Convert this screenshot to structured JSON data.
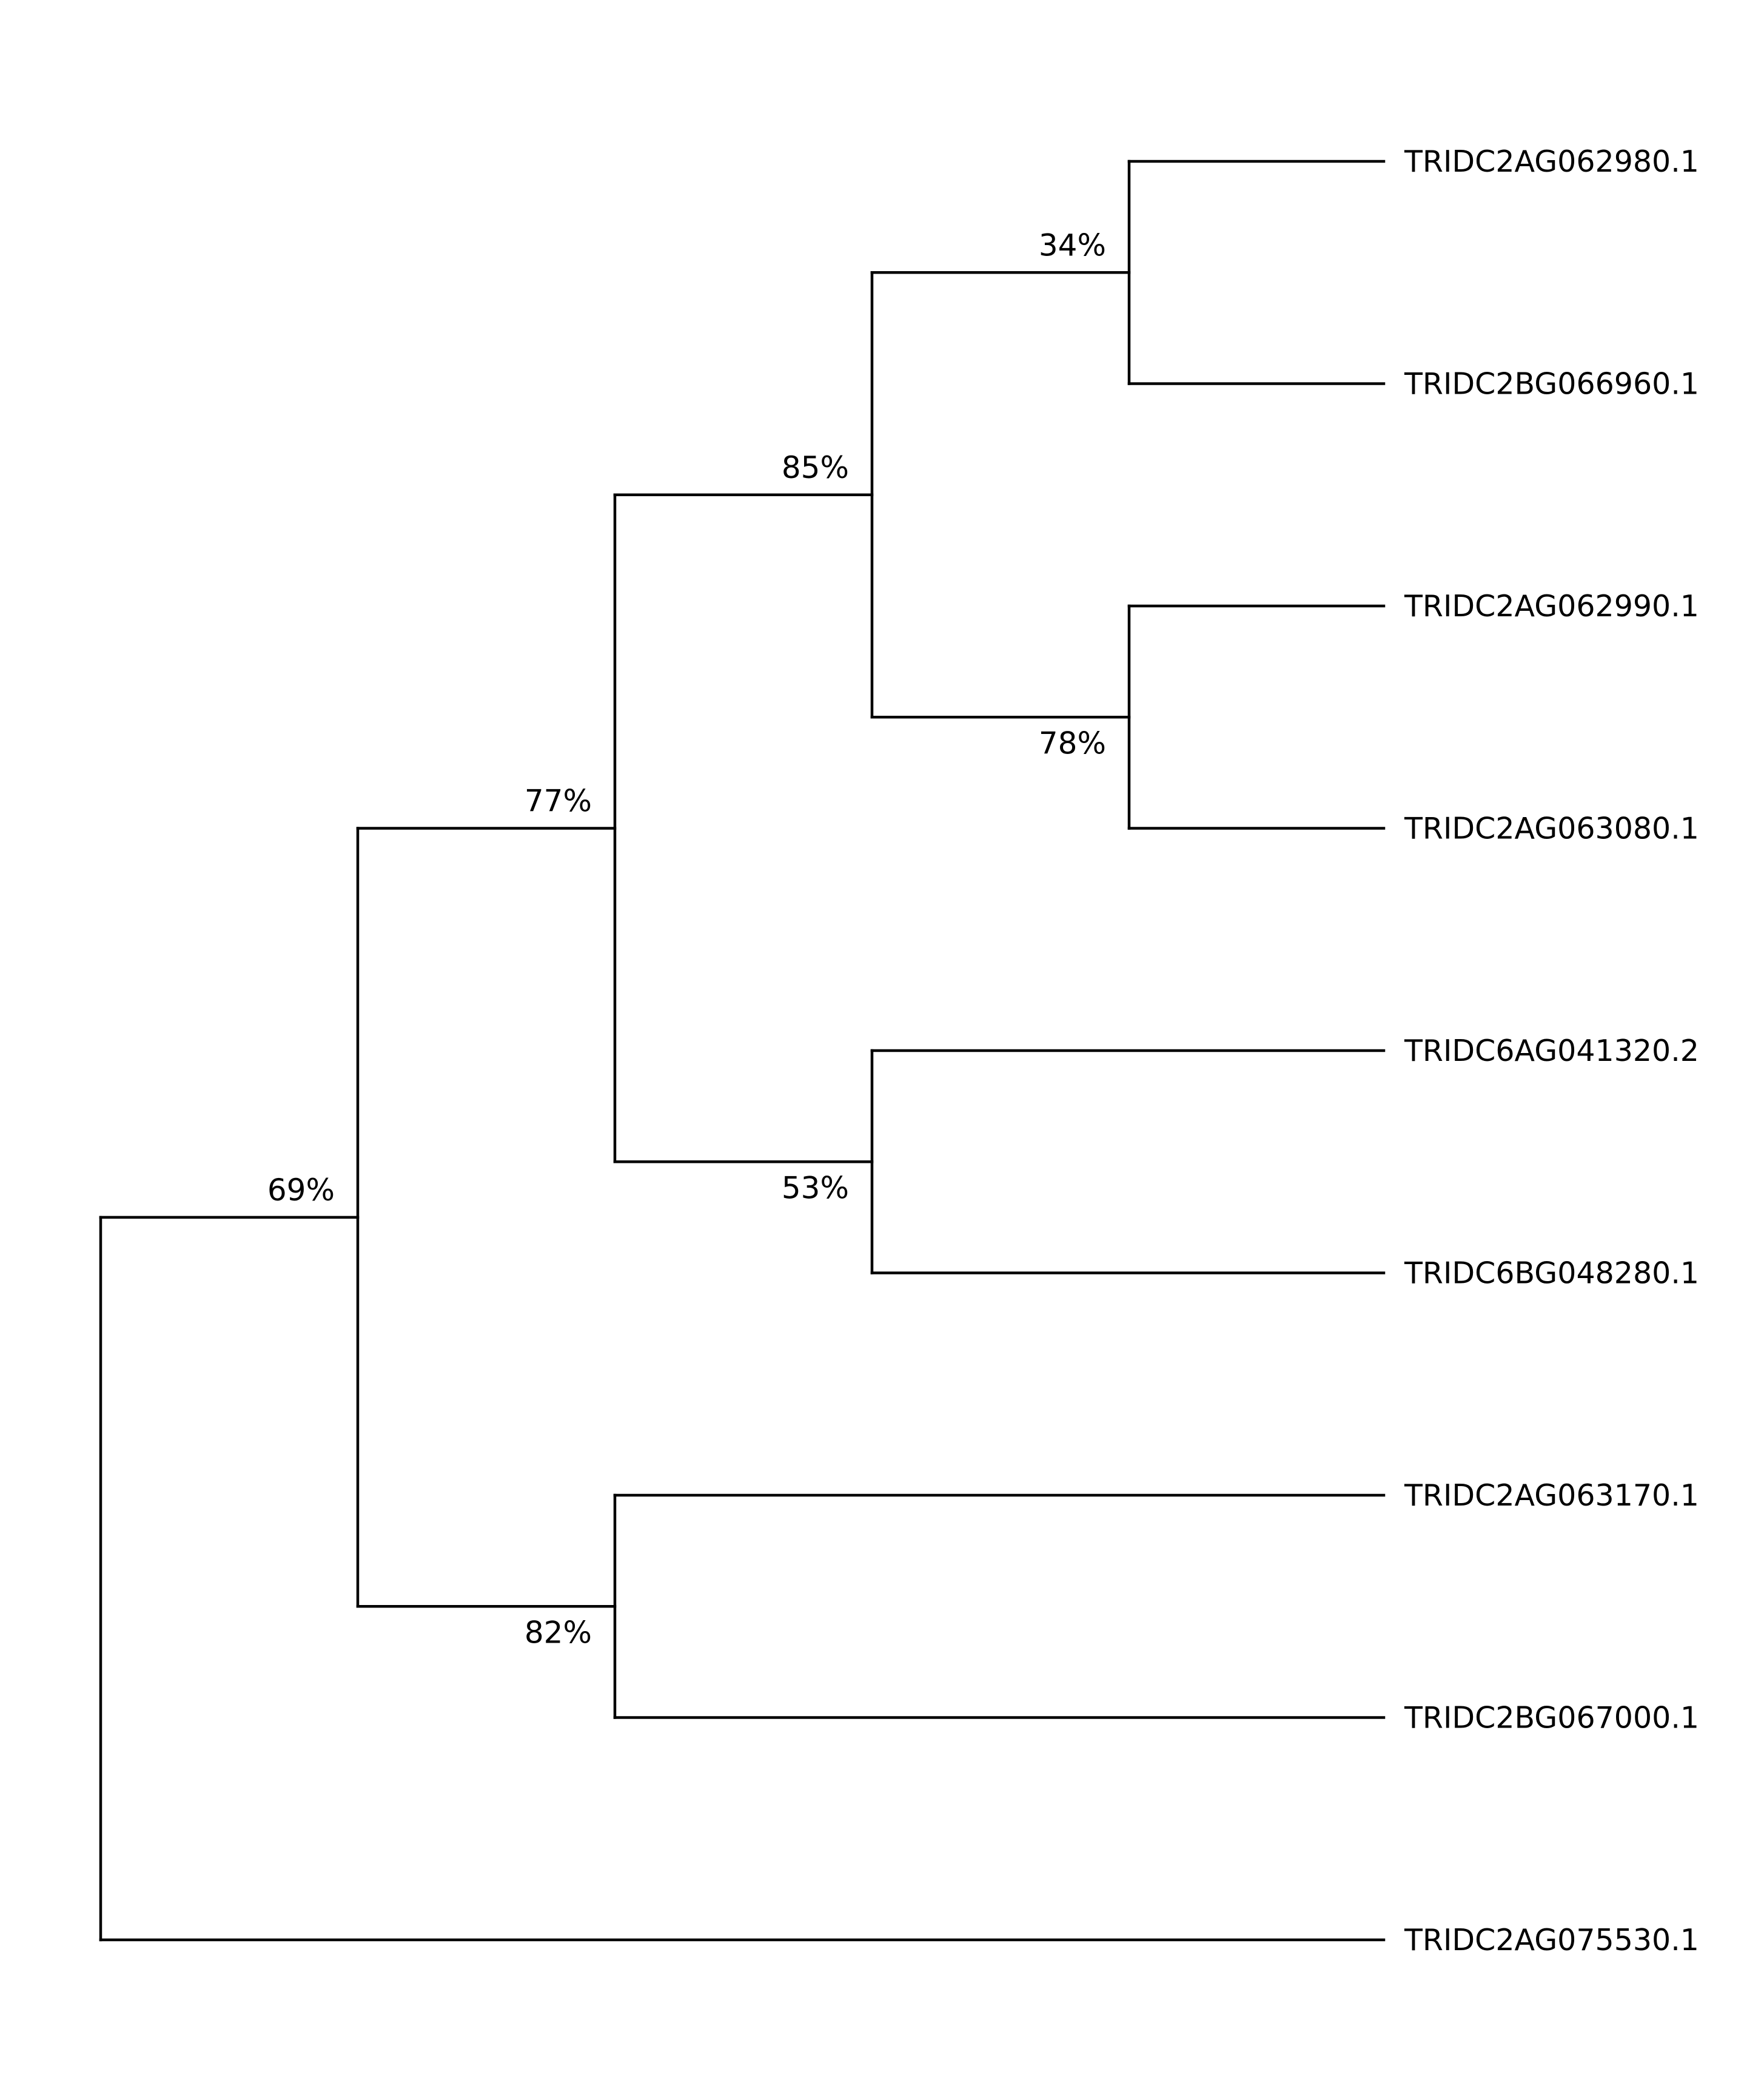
{
  "tree": {
    "line_color": "#000000",
    "background": "#ffffff",
    "leaves": [
      {
        "id": "l1",
        "label": "TRIDC2AG062980.1"
      },
      {
        "id": "l2",
        "label": "TRIDC2BG066960.1"
      },
      {
        "id": "l3",
        "label": "TRIDC2AG062990.1"
      },
      {
        "id": "l4",
        "label": "TRIDC2AG063080.1"
      },
      {
        "id": "l5",
        "label": "TRIDC6AG041320.2"
      },
      {
        "id": "l6",
        "label": "TRIDC6BG048280.1"
      },
      {
        "id": "l7",
        "label": "TRIDC2AG063170.1"
      },
      {
        "id": "l8",
        "label": "TRIDC2BG067000.1"
      },
      {
        "id": "l9",
        "label": "TRIDC2AG075530.1"
      }
    ],
    "clades": [
      {
        "id": "c34",
        "support": "34%",
        "children": [
          "l1",
          "l2"
        ]
      },
      {
        "id": "c78",
        "support": "78%",
        "children": [
          "l3",
          "l4"
        ]
      },
      {
        "id": "c85",
        "support": "85%",
        "children": [
          "c34",
          "c78"
        ]
      },
      {
        "id": "c53",
        "support": "53%",
        "children": [
          "l5",
          "l6"
        ]
      },
      {
        "id": "c77",
        "support": "77%",
        "children": [
          "c85",
          "c53"
        ]
      },
      {
        "id": "c82",
        "support": "82%",
        "children": [
          "l7",
          "l8"
        ]
      },
      {
        "id": "c69",
        "support": "69%",
        "children": [
          "c77",
          "c82"
        ]
      },
      {
        "id": "root",
        "support": "",
        "children": [
          "c69",
          "l9"
        ]
      }
    ]
  }
}
